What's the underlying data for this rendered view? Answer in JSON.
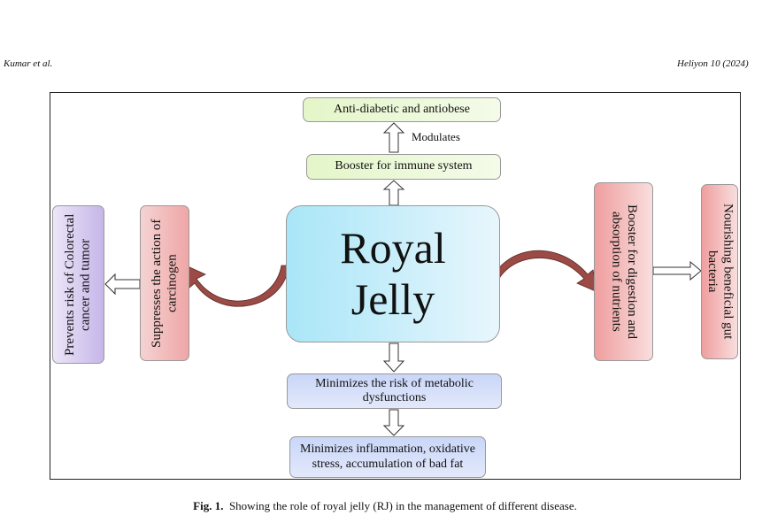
{
  "header": {
    "authors": "Kumar et al.",
    "journal": "Heliyon 10 (2024)"
  },
  "figure": {
    "top_box": "Anti-diabetic and antiobese",
    "modulates_label": "Modulates",
    "immune_box": "Booster for immune system",
    "center_line1": "Royal",
    "center_line2": "Jelly",
    "left_inner": "Suppresses the action of carcinogen",
    "left_outer": "Prevents risk of Colorectal cancer and tumor",
    "right_inner": "Booster for digestion and absorption of nutrients",
    "right_outer": "Nourishing beneficial gut bacteria",
    "bottom_box1": "Minimizes the risk of metabolic dysfunctions",
    "bottom_box2": "Minimizes inflammation, oxidative stress, accumulation of bad fat",
    "colors": {
      "curved_arrow": "#9b4a45",
      "center": "#a9e6f8",
      "green": "#e4f6c9",
      "pink": "#efa6a6",
      "purple": "#c6b6e8",
      "blue": "#c9d6f8"
    }
  },
  "caption": {
    "label": "Fig. 1.",
    "text": "Showing the role of royal jelly (RJ) in the management of different disease."
  }
}
